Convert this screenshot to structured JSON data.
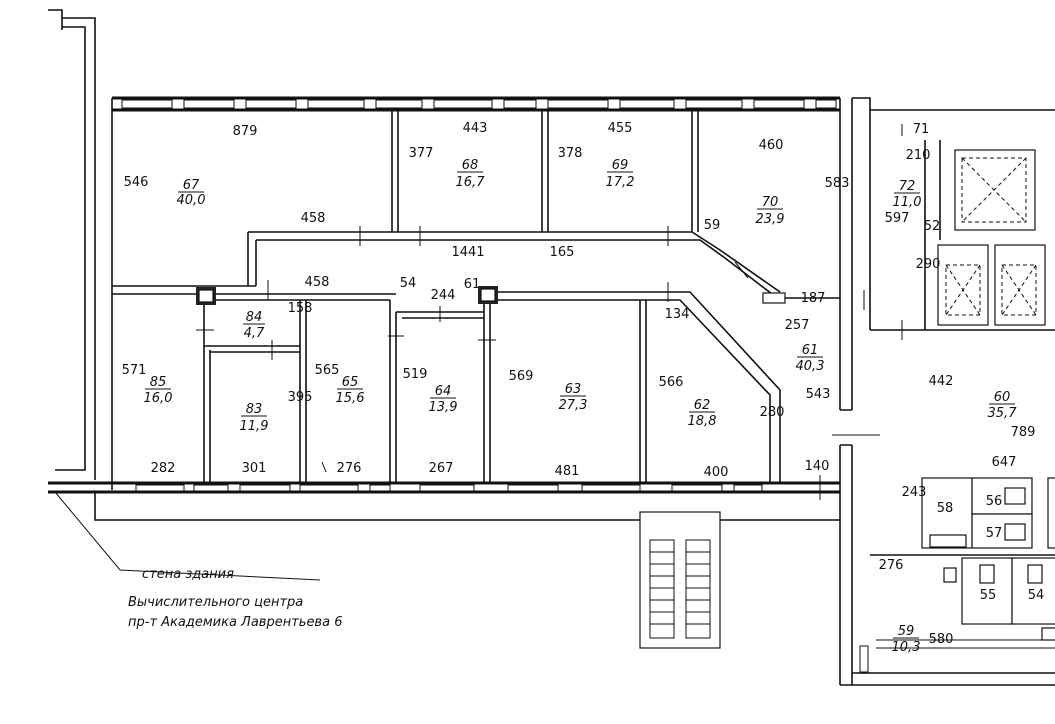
{
  "rooms": [
    {
      "id": "67",
      "area": "40,0"
    },
    {
      "id": "68",
      "area": "16,7"
    },
    {
      "id": "69",
      "area": "17,2"
    },
    {
      "id": "70",
      "area": "23,9"
    },
    {
      "id": "72",
      "area": "11,0"
    },
    {
      "id": "84",
      "area": "4,7"
    },
    {
      "id": "85",
      "area": "16,0"
    },
    {
      "id": "83",
      "area": "11,9"
    },
    {
      "id": "65",
      "area": "15,6"
    },
    {
      "id": "64",
      "area": "13,9"
    },
    {
      "id": "63",
      "area": "27,3"
    },
    {
      "id": "62",
      "area": "18,8"
    },
    {
      "id": "61",
      "area": "40,3"
    },
    {
      "id": "60",
      "area": "35,7"
    },
    {
      "id": "59",
      "area": "10,3"
    },
    {
      "id": "58",
      "area": ""
    },
    {
      "id": "56",
      "area": ""
    },
    {
      "id": "57",
      "area": ""
    },
    {
      "id": "55",
      "area": ""
    },
    {
      "id": "54",
      "area": ""
    }
  ],
  "dimensions": [
    "879",
    "443",
    "455",
    "460",
    "546",
    "377",
    "378",
    "583",
    "71",
    "210",
    "597",
    "52",
    "290",
    "458",
    "1441",
    "165",
    "59",
    "458",
    "54",
    "244",
    "61",
    "158",
    "187",
    "134",
    "257",
    "571",
    "565",
    "395",
    "519",
    "569",
    "566",
    "280",
    "543",
    "442",
    "789",
    "282",
    "301",
    "276",
    "267",
    "481",
    "400",
    "140",
    "647",
    "243",
    "276",
    "580"
  ],
  "notes": {
    "line1": "стена здания",
    "line2": "Вычислительного центра",
    "line3": "пр-т Академика Лаврентьева 6"
  }
}
